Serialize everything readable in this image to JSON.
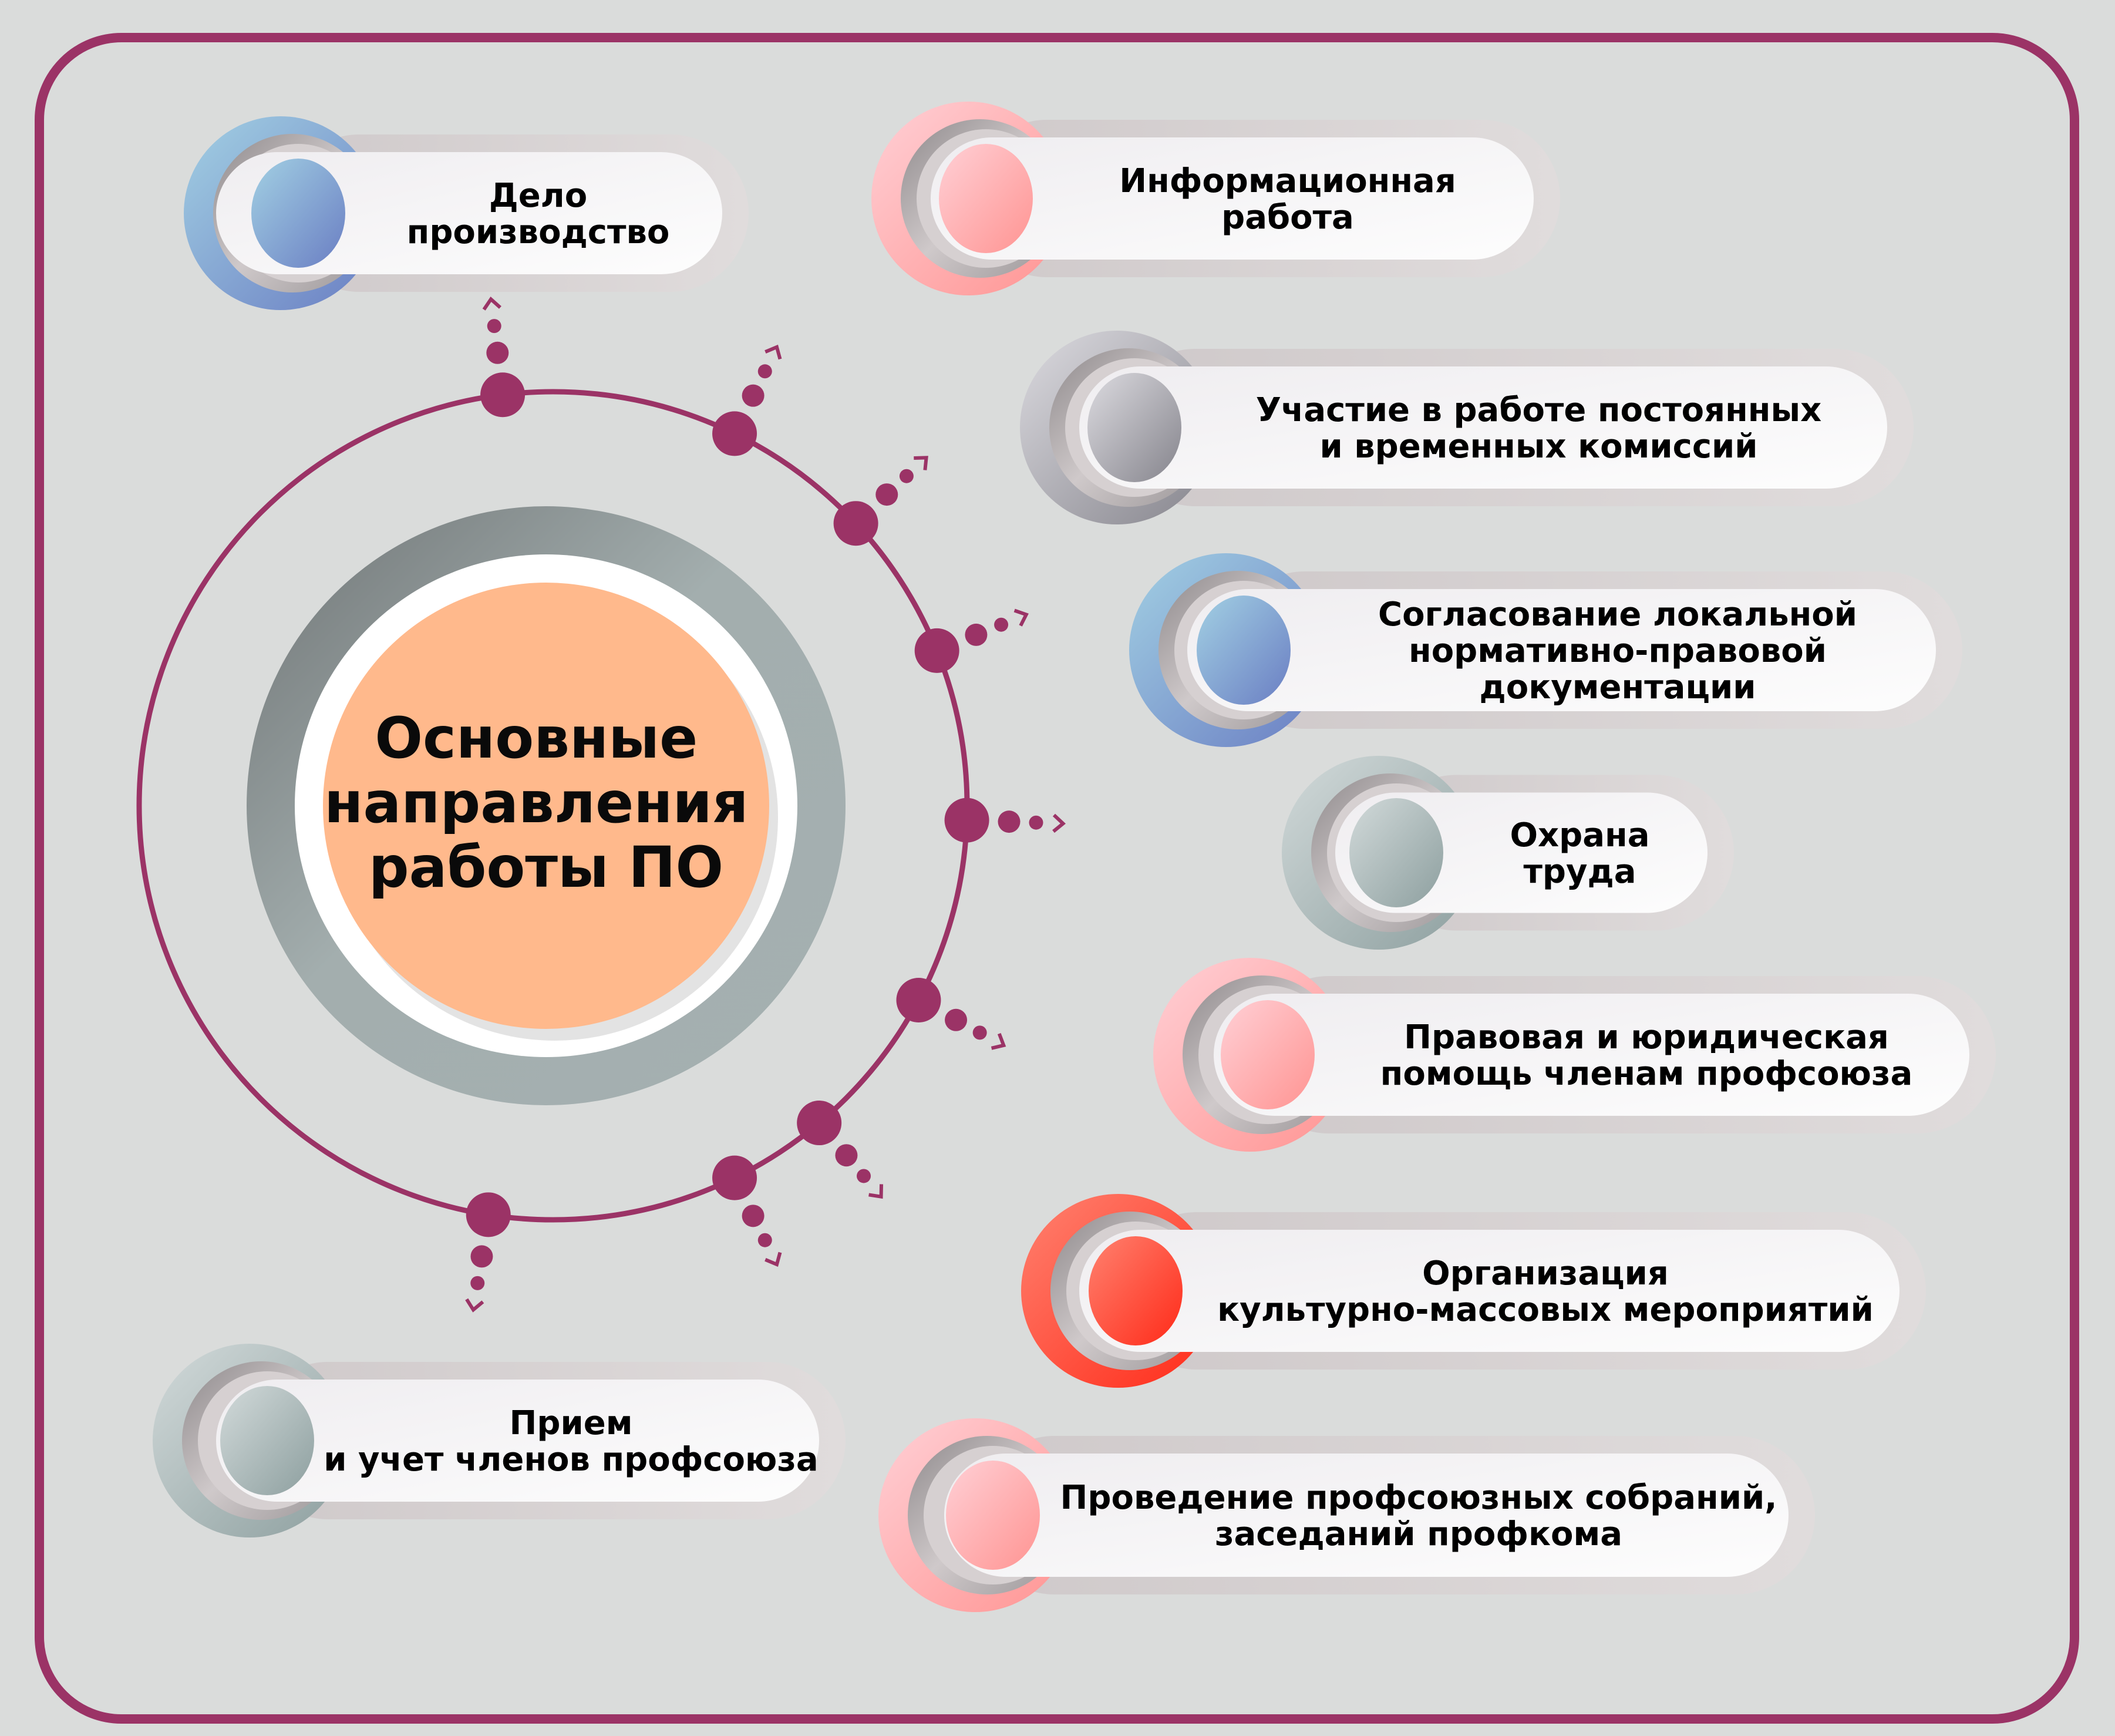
{
  "center": {
    "lines": [
      "Основные",
      "направления",
      "работы ПО"
    ]
  },
  "colors": {
    "frame": "#9b3366",
    "background": "#dadcdb",
    "center_fill": "#ffb98c",
    "blue_a": "#9fcae1",
    "blue_b": "#6d82c4",
    "pink_a": "#ffc9d0",
    "pink_b": "#ff9a98",
    "gray_a": "#d4d3d8",
    "gray_b": "#8f8e96",
    "sage_a": "#c9d2d2",
    "sage_b": "#93a3a3",
    "red_a": "#ff7a66",
    "red_b": "#ff3320"
  },
  "items": [
    {
      "id": "deloproizvodstvo",
      "lines": [
        "Дело",
        "производство"
      ],
      "theme": "blue"
    },
    {
      "id": "informatsionnaya-rabota",
      "lines": [
        "Информационная",
        "работа"
      ],
      "theme": "pink"
    },
    {
      "id": "uchastie-v-komissiyakh",
      "lines": [
        "Участие в работе постоянных",
        "и временных комиссий"
      ],
      "theme": "gray"
    },
    {
      "id": "soglasovanie-dokumentatsii",
      "lines": [
        "Согласование локальной",
        "нормативно-правовой",
        "документации"
      ],
      "theme": "blue"
    },
    {
      "id": "okhrana-truda",
      "lines": [
        "Охрана",
        "труда"
      ],
      "theme": "sage"
    },
    {
      "id": "pravovaya-pomoshch",
      "lines": [
        "Правовая и юридическая",
        "помощь членам профсоюза"
      ],
      "theme": "pink"
    },
    {
      "id": "kulturno-massovye",
      "lines": [
        "Организация",
        "культурно-массовых мероприятий"
      ],
      "theme": "red"
    },
    {
      "id": "priem-i-uchet",
      "lines": [
        "Прием",
        "и учет членов профсоюза"
      ],
      "theme": "sage"
    },
    {
      "id": "provedenie-sobraniy",
      "lines": [
        "Проведение профсоюзных собраний,",
        "заседаний профкома"
      ],
      "theme": "pink"
    }
  ]
}
